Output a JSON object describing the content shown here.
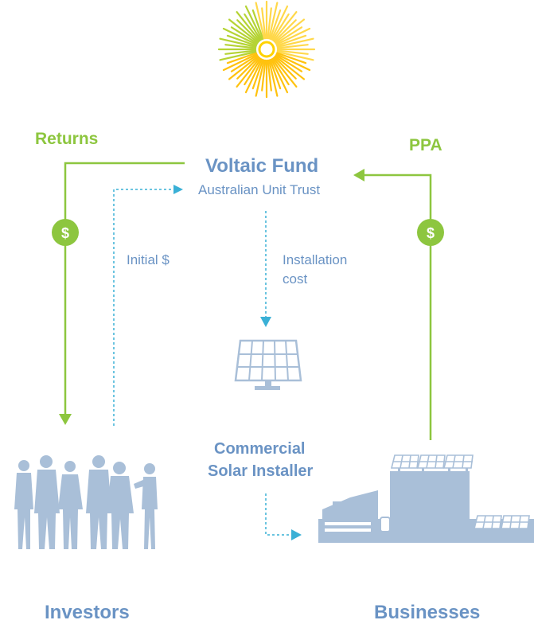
{
  "labels": {
    "returns": "Returns",
    "ppa": "PPA",
    "fund_title": "Voltaic Fund",
    "fund_subtitle": "Australian Unit Trust",
    "initial": "Initial $",
    "installation_line1": "Installation",
    "installation_line2": "cost",
    "installer_line1": "Commercial",
    "installer_line2": "Solar Installer",
    "investors": "Investors",
    "businesses": "Businesses",
    "dollar_symbol": "$"
  },
  "colors": {
    "green": "#8dc63f",
    "blue": "#6a93c4",
    "teal": "#3ab0d6",
    "silhouette": "#a9bfd8",
    "sun_yellow": "#ffd200"
  },
  "icons": [
    "sun-logo-icon",
    "solar-panel-icon",
    "investors-silhouette-icon",
    "business-building-icon",
    "dollar-coin-icon"
  ]
}
